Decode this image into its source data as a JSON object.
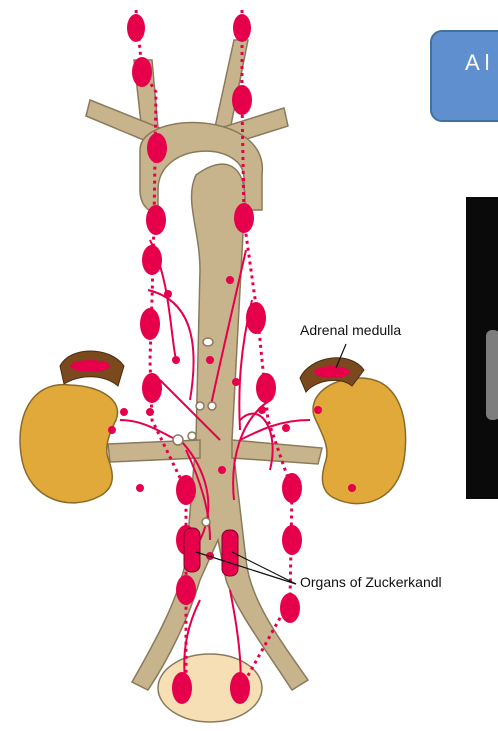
{
  "title_box": {
    "text": "A l"
  },
  "labels": {
    "adrenal_medulla": "Adrenal medulla",
    "organs_of_zuckerkandl": "Organs of Zuckerkandl"
  },
  "colors": {
    "vessel": "#c8b48c",
    "vessel_stroke": "#8a7a5c",
    "ganglion": "#e6004c",
    "kidney": "#e0a93a",
    "adrenal_cortex": "#7a4a1e",
    "bladder": "#f6dfb4",
    "title_box_fill": "#5f8fcf"
  }
}
